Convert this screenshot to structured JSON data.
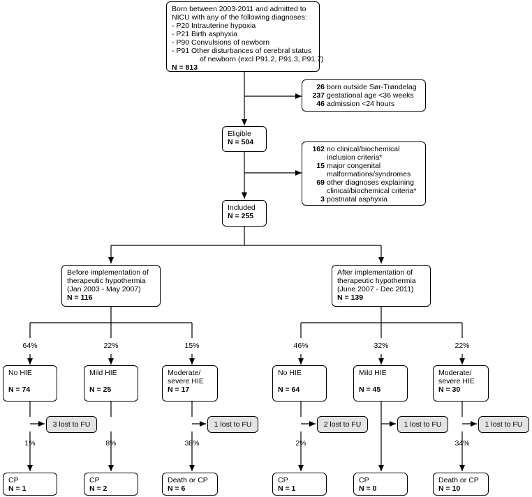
{
  "top_box": {
    "lines": [
      "Born between 2003-2011 and admitted to",
      "NICU with any of the following diagnoses:",
      "- P20 Intrauterine hypoxia",
      "- P21 Birth asphyxia",
      "- P90 Convulsions of newborn",
      "- P91 Other disturbances of cerebral status",
      "of newborn (excl P91.2, P91.3, P91.7)"
    ],
    "n": "N = 813"
  },
  "exclusion1": [
    {
      "num": "26",
      "text": "born outside Sør-Trøndelag"
    },
    {
      "num": "237",
      "text": "gestational age <36 weeks"
    },
    {
      "num": "46",
      "text": "admission <24 hours"
    }
  ],
  "eligible": {
    "label": "Eligible",
    "n": "N = 504"
  },
  "exclusion2": [
    {
      "num": "162",
      "text": "no clinical/biochemical",
      "cont": "inclusion criteria*"
    },
    {
      "num": "15",
      "text": "major congenital",
      "cont": "malformations/syndromes"
    },
    {
      "num": "69",
      "text": "other diagnoses explaining",
      "cont": "clinical/biochemical criteria*"
    },
    {
      "num": "3",
      "text": "postnatal asphyxia"
    }
  ],
  "included": {
    "label": "Included",
    "n": "N = 255"
  },
  "before": {
    "lines": [
      "Before implementation of",
      "therapeutic hypothermia",
      "(Jan 2003 - May 2007)"
    ],
    "n": "N = 116"
  },
  "after": {
    "lines": [
      "After implementation of",
      "therapeutic hypothermia",
      "(June 2007 - Dec 2011)"
    ],
    "n": "N = 139"
  },
  "groups": [
    {
      "pct": "64%",
      "label1": "No HIE",
      "label2": "",
      "n": "N = 74",
      "lost": "3 lost to FU",
      "pct2": "1%",
      "out": "CP",
      "out_n": "N = 1"
    },
    {
      "pct": "22%",
      "label1": "Mild HIE",
      "label2": "",
      "n": "N = 25",
      "lost": "",
      "pct2": "8%",
      "out": "CP",
      "out_n": "N = 2"
    },
    {
      "pct": "15%",
      "label1": "Moderate/",
      "label2": "severe HIE",
      "n": "N = 17",
      "lost": "1 lost to FU",
      "pct2": "38%",
      "out": "Death or CP",
      "out_n": "N = 6"
    },
    {
      "pct": "46%",
      "label1": "No HIE",
      "label2": "",
      "n": "N = 64",
      "lost": "2 lost to FU",
      "pct2": "2%",
      "out": "CP",
      "out_n": "N = 1"
    },
    {
      "pct": "32%",
      "label1": "Mild HIE",
      "label2": "",
      "n": "N = 45",
      "lost": "1 lost to FU",
      "pct2": "",
      "out": "CP",
      "out_n": "N = 0"
    },
    {
      "pct": "22%",
      "label1": "Moderate/",
      "label2": "severe HIE",
      "n": "N = 30",
      "lost": "1 lost to FU",
      "pct2": "34%",
      "out": "Death or CP",
      "out_n": "N = 10"
    }
  ]
}
